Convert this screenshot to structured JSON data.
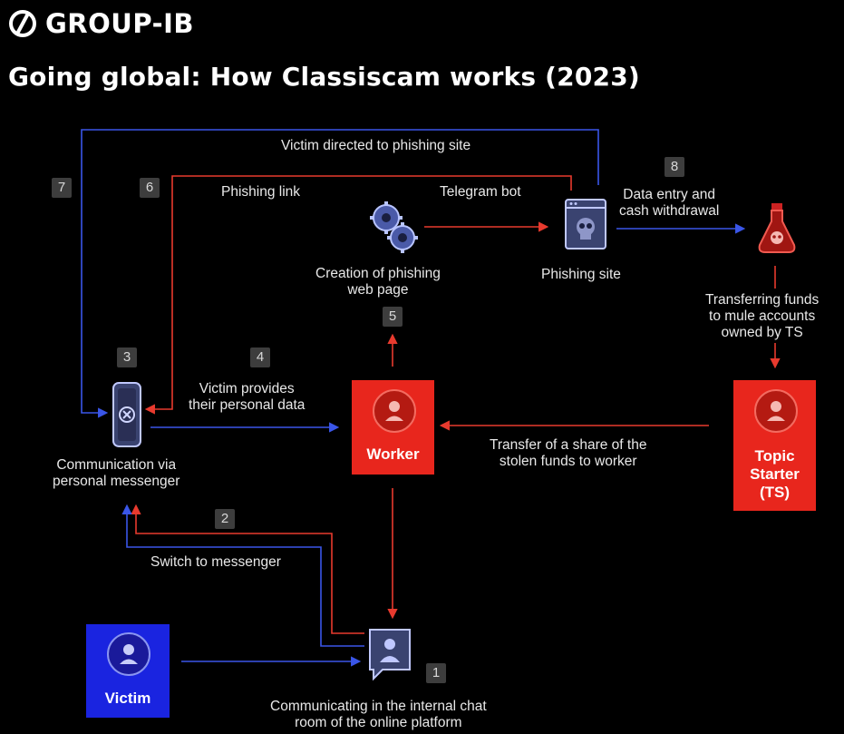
{
  "brand": {
    "name": "GROUP-IB",
    "logo_icon": "group-ib-logo-icon"
  },
  "title": "Going global: How Classiscam works (2023)",
  "colors": {
    "red": "#e8261d",
    "blue": "#1a24e0",
    "arrow_red": "#e83a2e",
    "arrow_blue": "#3a56e8"
  },
  "nodes": {
    "worker": "Worker",
    "topic_starter": "Topic\nStarter\n(TS)",
    "victim": "Victim",
    "messenger": "Communication via\npersonal messenger",
    "creation": "Creation of phishing\nweb page",
    "phishing_site": "Phishing site",
    "chat_room": "Communicating in the internal chat\nroom of the online platform"
  },
  "edges": {
    "victim_directed": "Victim directed to phishing site",
    "phishing_link": "Phishing link",
    "telegram_bot": "Telegram bot",
    "data_entry": "Data entry and\ncash withdrawal",
    "transferring": "Transferring funds\nto mule accounts\nowned by TS",
    "victim_provides": "Victim provides\ntheir personal data",
    "transfer_share": "Transfer of a share of the\nstolen funds to worker",
    "switch": "Switch to messenger"
  },
  "steps": [
    "1",
    "2",
    "3",
    "4",
    "5",
    "6",
    "7",
    "8"
  ],
  "icons": {
    "phone": "phone-icon",
    "gear": "gear-icon",
    "browser": "skull-browser-icon",
    "flask": "flask-icon",
    "chat": "chat-bubble-icon",
    "user": "user-icon"
  }
}
